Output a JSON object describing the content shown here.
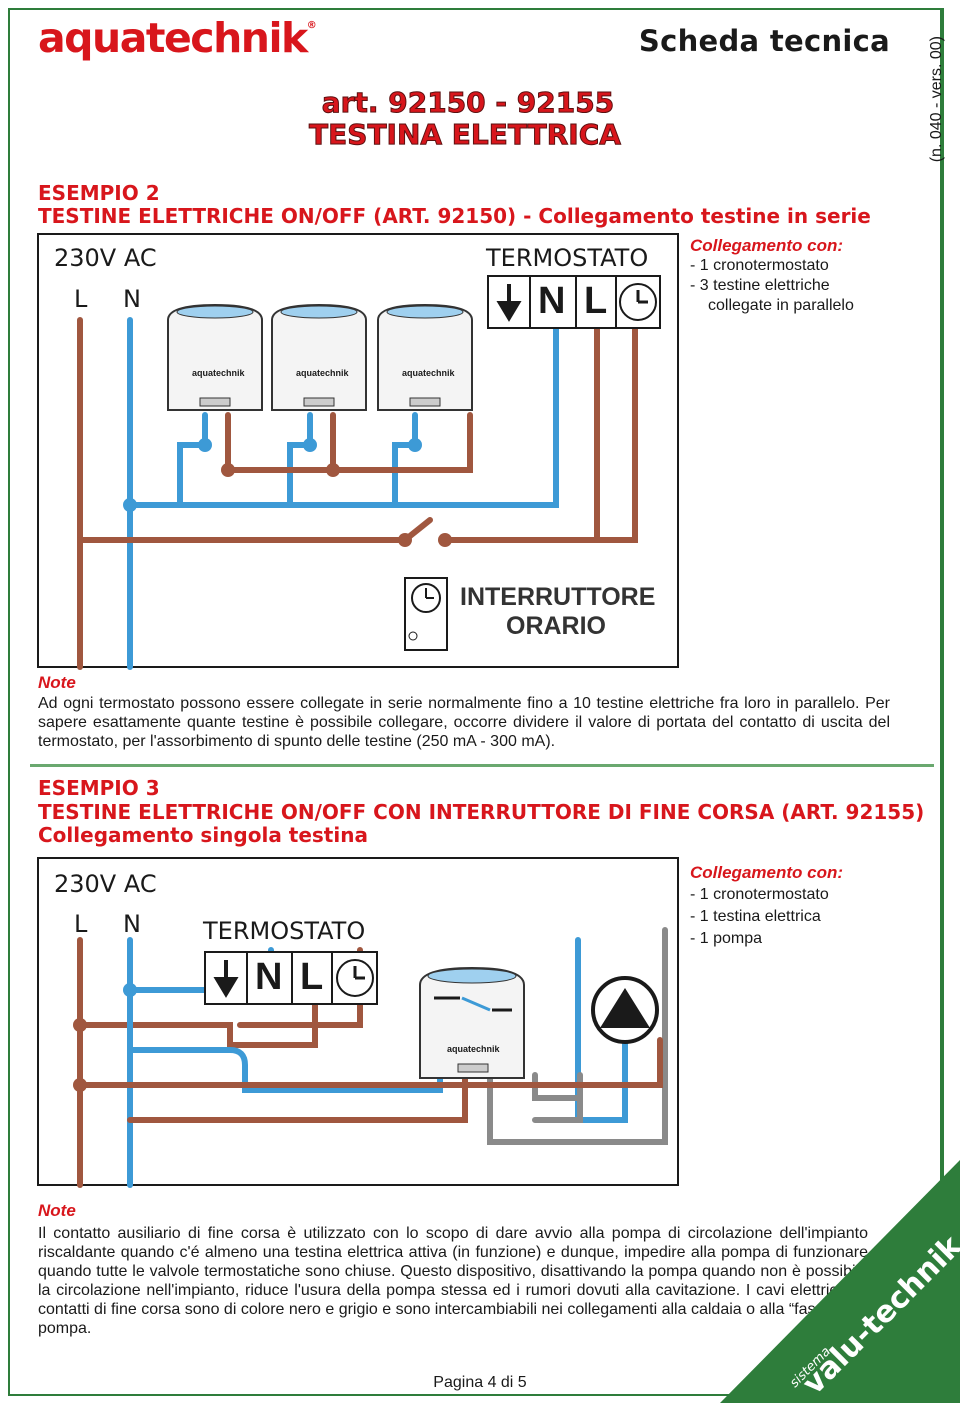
{
  "header": {
    "logo": "aquatechnik",
    "logo_mark": "®",
    "doc_type": "Scheda tecnica",
    "version": "(n. 040 - vers. 00)",
    "art": "art. 92150 - 92155",
    "title": "TESTINA ELETTRICA"
  },
  "example2": {
    "heading": "ESEMPIO 2",
    "subheading": "TESTINE ELETTRICHE ON/OFF (ART. 92150) - Collegamento testine in serie",
    "voltage": "230V AC",
    "l_label": "L",
    "n_label": "N",
    "thermostat_label": "TERMOSTATO",
    "thermo_n": "N",
    "thermo_l": "L",
    "device_brand": "aquatechnik",
    "connection": {
      "head": "Collegamento con:",
      "items": [
        "- 1 cronotermostato",
        "- 3 testine elettriche",
        "collegate in parallelo"
      ]
    },
    "timer_label_1": "INTERRUTTORE",
    "timer_label_2": "ORARIO",
    "note_head": "Note",
    "note_text": "Ad ogni termostato possono essere collegate in serie normalmente fino a 10 testine elettriche fra loro in parallelo. Per sapere esattamente quante testine è possibile collegare, occorre dividere il valore di portata del contatto di uscita del termostato, per l'assorbimento di spunto delle testine (250 mA - 300 mA)."
  },
  "example3": {
    "heading": "ESEMPIO 3",
    "subheading": "TESTINE ELETTRICHE ON/OFF CON INTERRUTTORE DI FINE CORSA (ART. 92155)",
    "subheading2": "Collegamento singola testina",
    "voltage": "230V AC",
    "l_label": "L",
    "n_label": "N",
    "thermostat_label": "TERMOSTATO",
    "thermo_n": "N",
    "thermo_l": "L",
    "device_brand": "aquatechnik",
    "connection": {
      "head": "Collegamento con:",
      "items": [
        "- 1 cronotermostato",
        "- 1 testina elettrica",
        "- 1 pompa"
      ]
    },
    "note_head": "Note",
    "note_text": "Il contatto ausiliario di fine corsa è utilizzato con lo scopo di dare avvio alla pompa di circolazione dell'impianto riscaldante quando c'é almeno una testina elettrica attiva (in funzione) e dunque, impedire alla pompa di funzionare quando tutte le valvole termostatiche sono chiuse. Questo dispositivo, disattivando la pompa quando non è possibile la circolazione nell'impianto, riduce l'usura della pompa stessa ed i rumori dovuti alla cavitazione. I cavi elettrici dei contatti di fine corsa sono di colore nero e grigio e sono intercambiabili nei collegamenti alla caldaia o alla “fase” della pompa."
  },
  "footer": {
    "page": "Pagina 4 di 5"
  },
  "badge": {
    "small": "sistema",
    "big": "valu-technik"
  },
  "colors": {
    "brand_red": "#d8161c",
    "wire_brown": "#a0573f",
    "wire_blue": "#3d9ad6",
    "wire_grey": "#8a8a8a",
    "green": "#2e7d3b"
  }
}
